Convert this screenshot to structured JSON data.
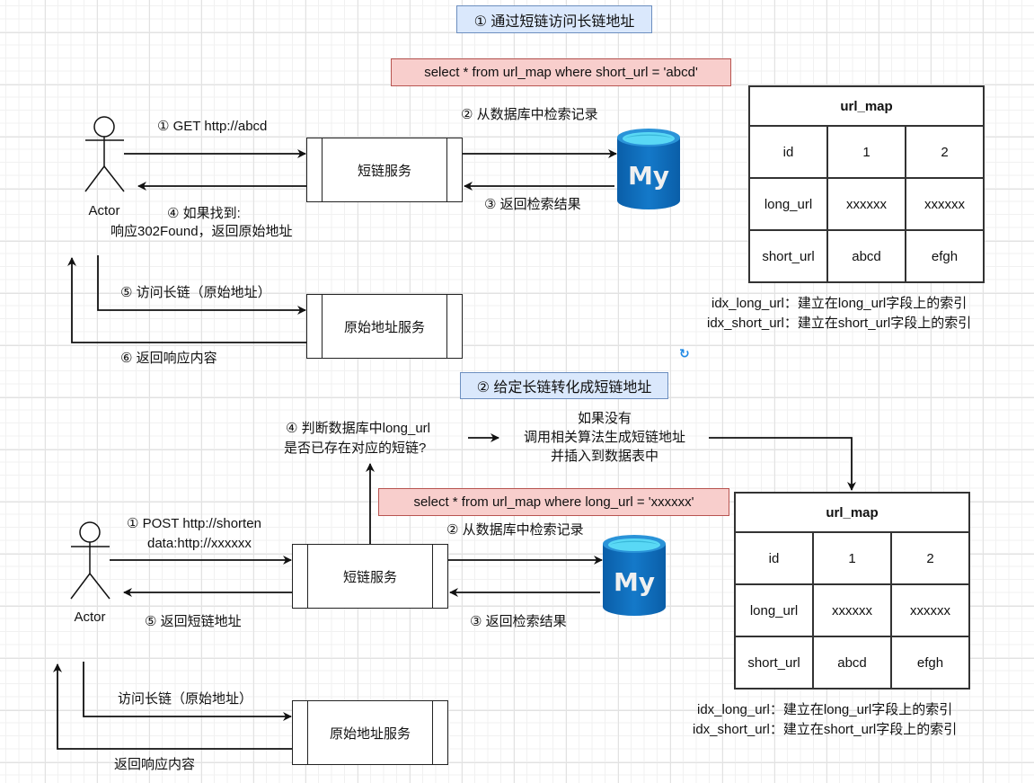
{
  "section1": {
    "title": "① 通过短链访问长链地址",
    "sql": "select * from url_map where short_url = 'abcd'",
    "actor": "Actor",
    "step1": "① GET http://abcd",
    "step2": "② 从数据库中检索记录",
    "step3": "③ 返回检索结果",
    "step4_line1": "④ 如果找到:",
    "step4_line2": "响应302Found，返回原始地址",
    "step5": "⑤ 访问长链（原始地址）",
    "step6": "⑥ 返回响应内容",
    "short_service": "短链服务",
    "origin_service": "原始地址服务",
    "db_label": "My",
    "table": {
      "name": "url_map",
      "rows": [
        [
          "id",
          "1",
          "2"
        ],
        [
          "long_url",
          "xxxxxx",
          "xxxxxx"
        ],
        [
          "short_url",
          "abcd",
          "efgh"
        ]
      ]
    },
    "index_notes": [
      "idx_long_url：建立在long_url字段上的索引",
      "idx_short_url：建立在short_url字段上的索引"
    ]
  },
  "section2": {
    "title": "② 给定长链转化成短链地址",
    "sql": "select * from url_map where long_url = 'xxxxxx'",
    "actor": "Actor",
    "step1_line1": "① POST http://shorten",
    "step1_line2": "data:http://xxxxxx",
    "step2": "② 从数据库中检索记录",
    "step3": "③ 返回检索结果",
    "step4_line1": "④ 判断数据库中long_url",
    "step4_line2": "是否已存在对应的短链?",
    "ifnot_line1": "如果没有",
    "ifnot_line2": "调用相关算法生成短链地址",
    "ifnot_line3": "并插入到数据表中",
    "step5": "⑤ 返回短链地址",
    "visit_long": "访问长链（原始地址）",
    "return_content": "返回响应内容",
    "short_service": "短链服务",
    "origin_service": "原始地址服务",
    "db_label": "My",
    "table": {
      "name": "url_map",
      "rows": [
        [
          "id",
          "1",
          "2"
        ],
        [
          "long_url",
          "xxxxxx",
          "xxxxxx"
        ],
        [
          "short_url",
          "abcd",
          "efgh"
        ]
      ]
    },
    "index_notes": [
      "idx_long_url：建立在long_url字段上的索引",
      "idx_short_url：建立在short_url字段上的索引"
    ]
  },
  "icons": {
    "refresh": "refresh-icon"
  },
  "colors": {
    "title_fill": "#dae8fc",
    "title_stroke": "#6c8ebf",
    "sql_fill": "#f8cecc",
    "sql_stroke": "#b85450",
    "mysql_blue": "#0072c6",
    "mysql_top": "#59d8f5"
  }
}
